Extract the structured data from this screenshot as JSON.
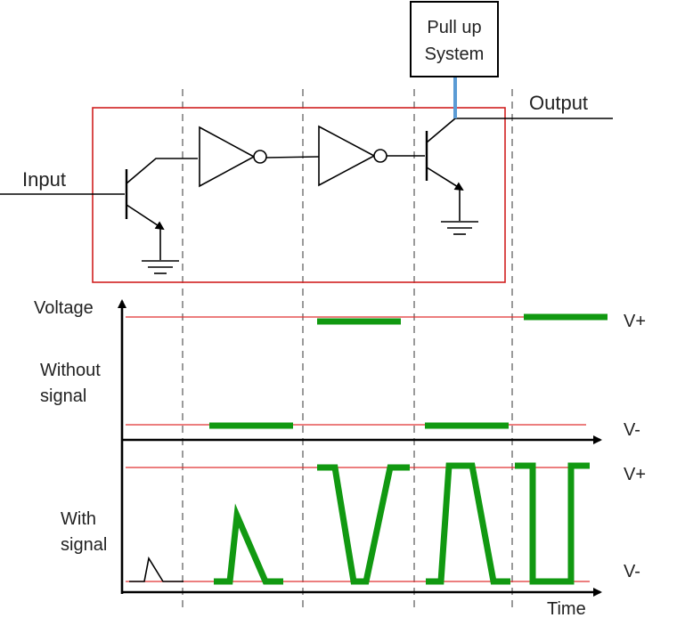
{
  "labels": {
    "input": "Input",
    "output": "Output",
    "pullup_line1": "Pull up",
    "pullup_line2": "System",
    "voltage": "Voltage",
    "without_line1": "Without",
    "without_line2": "signal",
    "with_line1": "With",
    "with_line2": "signal",
    "vplus_top": "V+",
    "vminus_top": "V-",
    "vplus_bottom": "V+",
    "vminus_bottom": "V-",
    "time": "Time"
  },
  "colors": {
    "signal": "#119911",
    "levels": "#e03030",
    "circuit_box": "#d02020",
    "pullup_wire": "#5b9bd5",
    "dividers": "#9a9a9a"
  }
}
